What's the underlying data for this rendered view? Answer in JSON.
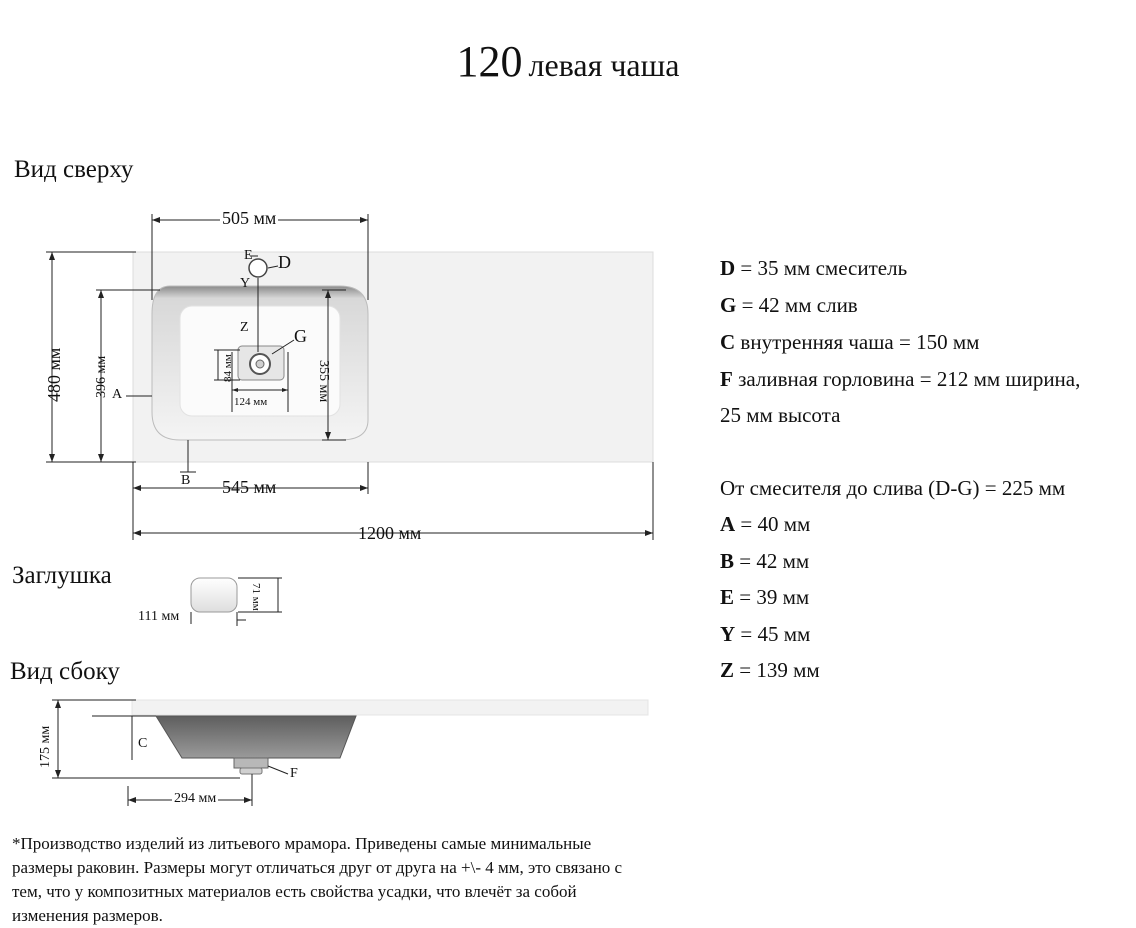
{
  "title": {
    "number": "120",
    "text": "левая чаша"
  },
  "sections": {
    "top_view": "Вид сверху",
    "plug": "Заглушка",
    "side_view": "Вид сбоку"
  },
  "dimensions": {
    "top_width_505": "505 мм",
    "width_545": "545 мм",
    "total_1200": "1200 мм",
    "height_480": "480 мм",
    "height_396": "396 мм",
    "height_355": "355 мм",
    "drain_124": "124 мм",
    "drain_84": "84 мм",
    "plug_width": "111 мм",
    "plug_height": "71 мм",
    "side_175": "175 мм",
    "side_294": "294 мм"
  },
  "labels": {
    "D": "D",
    "E": "E",
    "Y": "Y",
    "Z": "Z",
    "G": "G",
    "A": "A",
    "B": "B",
    "C": "C",
    "F": "F"
  },
  "specs": [
    {
      "key": "D",
      "text": " = 35 мм смеситель"
    },
    {
      "key": "G",
      "text": " = 42 мм слив"
    },
    {
      "key": "C",
      "text": " внутренняя чаша = 150 мм"
    },
    {
      "key": "F",
      "text": " заливная горловина = 212 мм ширина,"
    },
    {
      "key": "",
      "text": "25 мм высота"
    },
    {
      "key": "",
      "text": "От смесителя до слива (D-G) = 225 мм"
    },
    {
      "key": "A",
      "text": " = 40 мм"
    },
    {
      "key": "B",
      "text": " = 42 мм"
    },
    {
      "key": "E",
      "text": " = 39 мм"
    },
    {
      "key": "Y",
      "text": " = 45 мм"
    },
    {
      "key": "Z",
      "text": " = 139 мм"
    }
  ],
  "note": "*Производство изделий из литьевого мрамора. Приведены самые минимальные размеры раковин. Размеры могут отличаться друг от друга на +\\- 4 мм, это связано с тем, что у композитных материалов есть свойства усадки, что влечёт за собой изменения размеров."
}
